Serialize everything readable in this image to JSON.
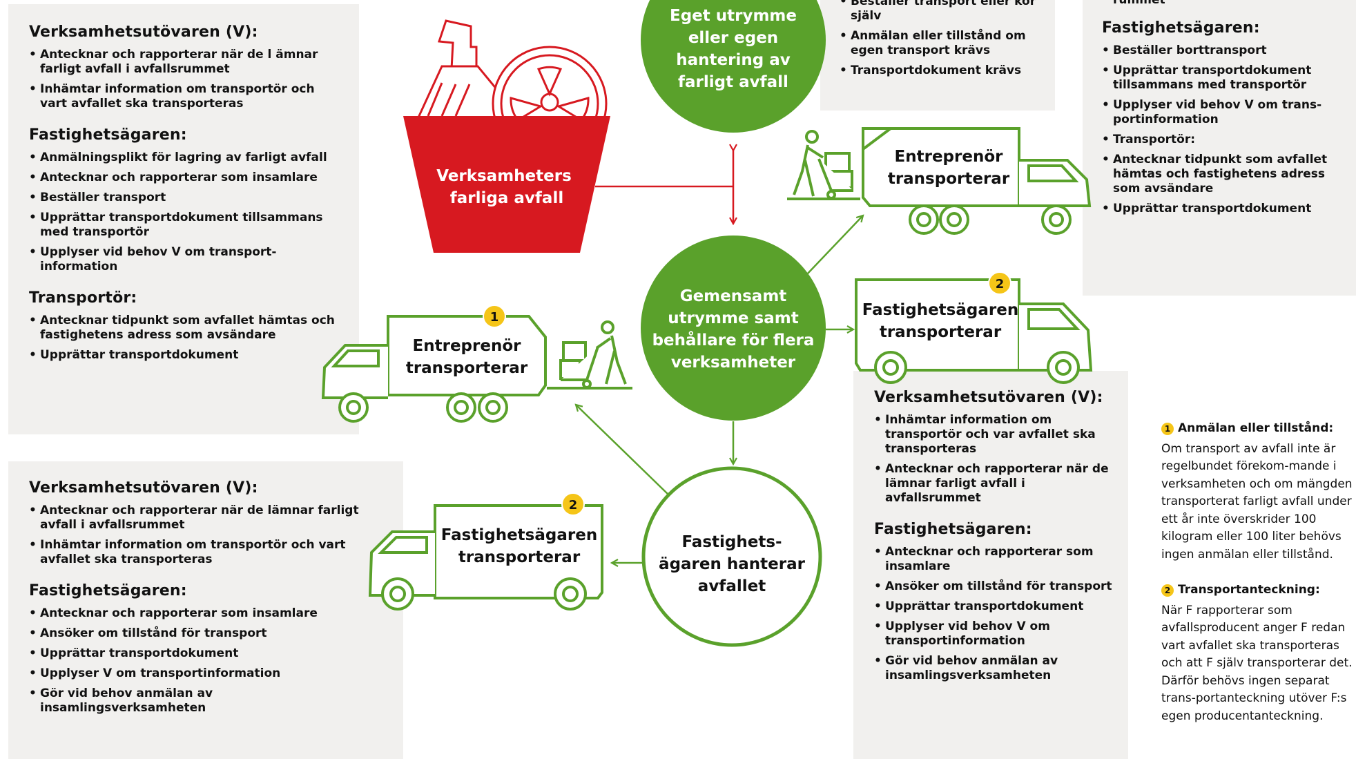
{
  "center": {
    "red_bin": "Verksamheters farliga avfall",
    "own_space": "Eget utrymme eller egen hantering av farligt avfall",
    "shared_space": "Gemensamt utrymme samt behållare för flera verksamheter",
    "owner_handles": "Fastighets-ägaren hanterar avfallet"
  },
  "trucks": {
    "contractor_top": "Entreprenör transporterar",
    "owner_right": "Fastighetsägaren transporterar",
    "contractor_left": "Entreprenör transporterar",
    "owner_bottom": "Fastighetsägaren transporterar",
    "badge_1": "1",
    "badge_2": "2"
  },
  "panel_top_left": {
    "v_title": "Verksamhetsutövaren (V):",
    "v_items": [
      "Antecknar och rapporterar när de l ämnar farligt avfall i avfallsrummet",
      "Inhämtar information om transportör och vart avfallet ska transporteras"
    ],
    "f_title": "Fastighetsägaren:",
    "f_items": [
      "Anmälningsplikt för lagring av farligt avfall",
      "Antecknar och rapporterar som insamlare",
      "Beställer transport",
      "Upprättar transportdokument tillsammans med transportör",
      "Upplyser vid behov V om transport-information"
    ],
    "t_title": "Transportör:",
    "t_items": [
      "Antecknar tidpunkt som avfallet hämtas och fastighetens adress som avsändare",
      "Upprättar transportdokument"
    ]
  },
  "panel_top_mid": {
    "items": [
      "Beställer transport eller kör själv",
      "Anmälan eller tillstånd om egen transport krävs",
      "Transportdokument krävs"
    ]
  },
  "panel_top_right": {
    "top_fragment": "rummet",
    "f_title": "Fastighetsägaren:",
    "f_items": [
      "Beställer borttransport",
      "Upprättar transportdokument tillsammans med transportör",
      "Upplyser vid behov V om trans-portinformation",
      "Transportör:",
      "Antecknar tidpunkt som avfallet hämtas och fastighetens adress som avsändare",
      "Upprättar transportdokument"
    ]
  },
  "panel_mid_right": {
    "v_title": "Verksamhetsutövaren (V):",
    "v_items": [
      "Inhämtar information om transportör och var avfallet ska transporteras",
      "Antecknar och rapporterar när de lämnar farligt avfall i avfallsrummet"
    ],
    "f_title": "Fastighetsägaren:",
    "f_items": [
      "Antecknar och rapporterar som insamlare",
      "Ansöker om tillstånd för transport",
      "Upprättar transportdokument",
      "Upplyser vid behov V om transportinformation",
      "Gör vid behov anmälan av insamlingsverksamheten"
    ]
  },
  "panel_bottom_left": {
    "v_title": "Verksamhetsutövaren (V):",
    "v_items": [
      "Antecknar och rapporterar när de lämnar farligt avfall i avfallsrummet",
      "Inhämtar information om transportör och vart avfallet ska transporteras"
    ],
    "f_title": "Fastighetsägaren:",
    "f_items": [
      "Antecknar och rapporterar som insamlare",
      "Ansöker om tillstånd för transport",
      "Upprättar transportdokument",
      "Upplyser V om transportinformation",
      "Gör vid behov anmälan av insamlingsverksamheten"
    ]
  },
  "notes": {
    "n1_title": "Anmälan eller tillstånd:",
    "n1_text": "Om transport av avfall inte är regelbundet förekom-mande i verksamheten och om mängden transporterat farligt avfall under ett år inte överskrider 100 kilogram eller 100 liter behövs ingen anmälan eller tillstånd.",
    "n2_title": "Transportanteckning:",
    "n2_text": "När F rapporterar som avfallsproducent anger F redan vart avfallet ska transporteras och att F själv transporterar det. Därför behövs ingen separat trans-portanteckning utöver F:s egen producentanteckning."
  },
  "colors": {
    "green": "#5aa12b",
    "red": "#d71920",
    "yellow": "#f5c518",
    "panel": "#f1f0ee"
  }
}
